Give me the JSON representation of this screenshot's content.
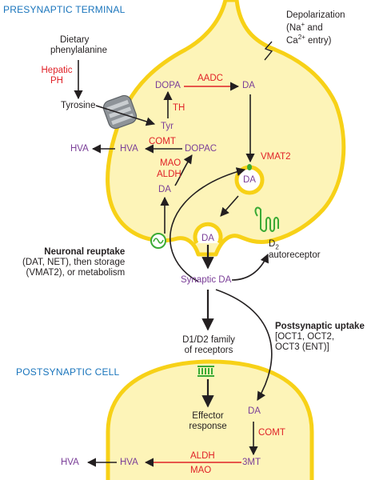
{
  "regions": {
    "presynaptic": "PRESYNAPTIC TERMINAL",
    "postsynaptic": "POSTSYNAPTIC CELL"
  },
  "pre": {
    "depol_1": "Depolarization",
    "depol_2": "(Na",
    "depol_2_sup": "+",
    "depol_2_end": " and",
    "depol_3": "Ca",
    "depol_3_sup": "2+",
    "depol_3_end": " entry)",
    "dietary_1": "Dietary",
    "dietary_2": "phenylalanine",
    "hepatic_1": "Hepatic",
    "hepatic_2": "PH",
    "tyrosine": "Tyrosine",
    "tyr": "Tyr",
    "th": "TH",
    "dopa": "DOPA",
    "aadc": "AADC",
    "da_top": "DA",
    "comt": "COMT",
    "hva_in": "HVA",
    "hva_out": "HVA",
    "dopac": "DOPAC",
    "mao": "MAO",
    "aldh": "ALDH",
    "da_left": "DA",
    "vmat2": "VMAT2",
    "da_vesicle": "DA",
    "da_release": "DA",
    "d2_1": "D",
    "d2_sub": "2",
    "d2_2": "autoreceptor"
  },
  "reuptake": {
    "title": "Neuronal reuptake",
    "line1": "(DAT, NET), then storage",
    "line2": "(VMAT2), or metabolism"
  },
  "synaptic_da": "Synaptic DA",
  "post_uptake": {
    "title": "Postsynaptic uptake",
    "line1": "[OCT1, OCT2,",
    "line2": "OCT3 (ENT)]"
  },
  "receptors": {
    "line1": "D1/D2 family",
    "line2": "of receptors"
  },
  "post": {
    "effector_1": "Effector",
    "effector_2": "response",
    "da": "DA",
    "comt": "COMT",
    "mt3": "3MT",
    "aldh": "ALDH",
    "mao": "MAO",
    "hva_in": "HVA",
    "hva_out": "HVA"
  },
  "colors": {
    "membrane": "#f7d117",
    "fill": "#fdf4b8",
    "text_purple": "#7b3f98",
    "text_red": "#e02127",
    "text_blue": "#1a75bc",
    "receptor_green": "#3aaa35"
  }
}
